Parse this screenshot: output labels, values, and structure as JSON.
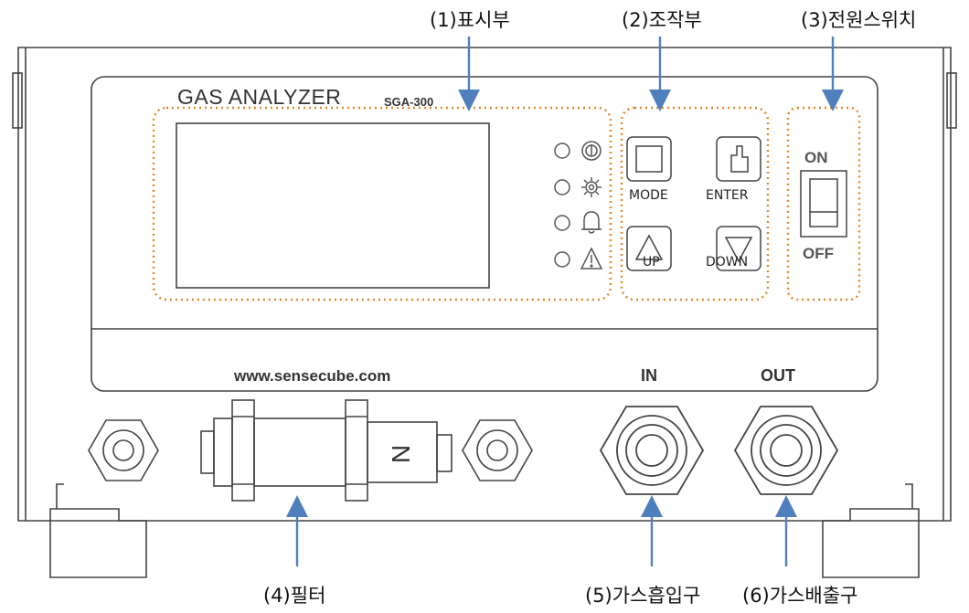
{
  "device": {
    "brand": "GAS ANALYZER",
    "model": "SGA-300",
    "website": "www.sensecube.com"
  },
  "callouts": {
    "display": "(1)표시부",
    "controls": "(2)조작부",
    "power_switch": "(3)전원스위치",
    "filter": "(4)필터",
    "gas_inlet": "(5)가스흡입구",
    "gas_outlet": "(6)가스배출구"
  },
  "buttons": {
    "mode": "MODE",
    "enter": "ENTER",
    "up": "UP",
    "down": "DOWN"
  },
  "switch": {
    "on": "ON",
    "off": "OFF"
  },
  "ports": {
    "in": "IN",
    "out": "OUT"
  },
  "filter_mark": "N",
  "indicator_icons": [
    "power-icon",
    "gear-icon",
    "bell-icon",
    "warning-icon"
  ],
  "colors": {
    "arrow": "#4f7fbd",
    "dotted_highlight": "#e08a2c",
    "outline": "#444444"
  }
}
